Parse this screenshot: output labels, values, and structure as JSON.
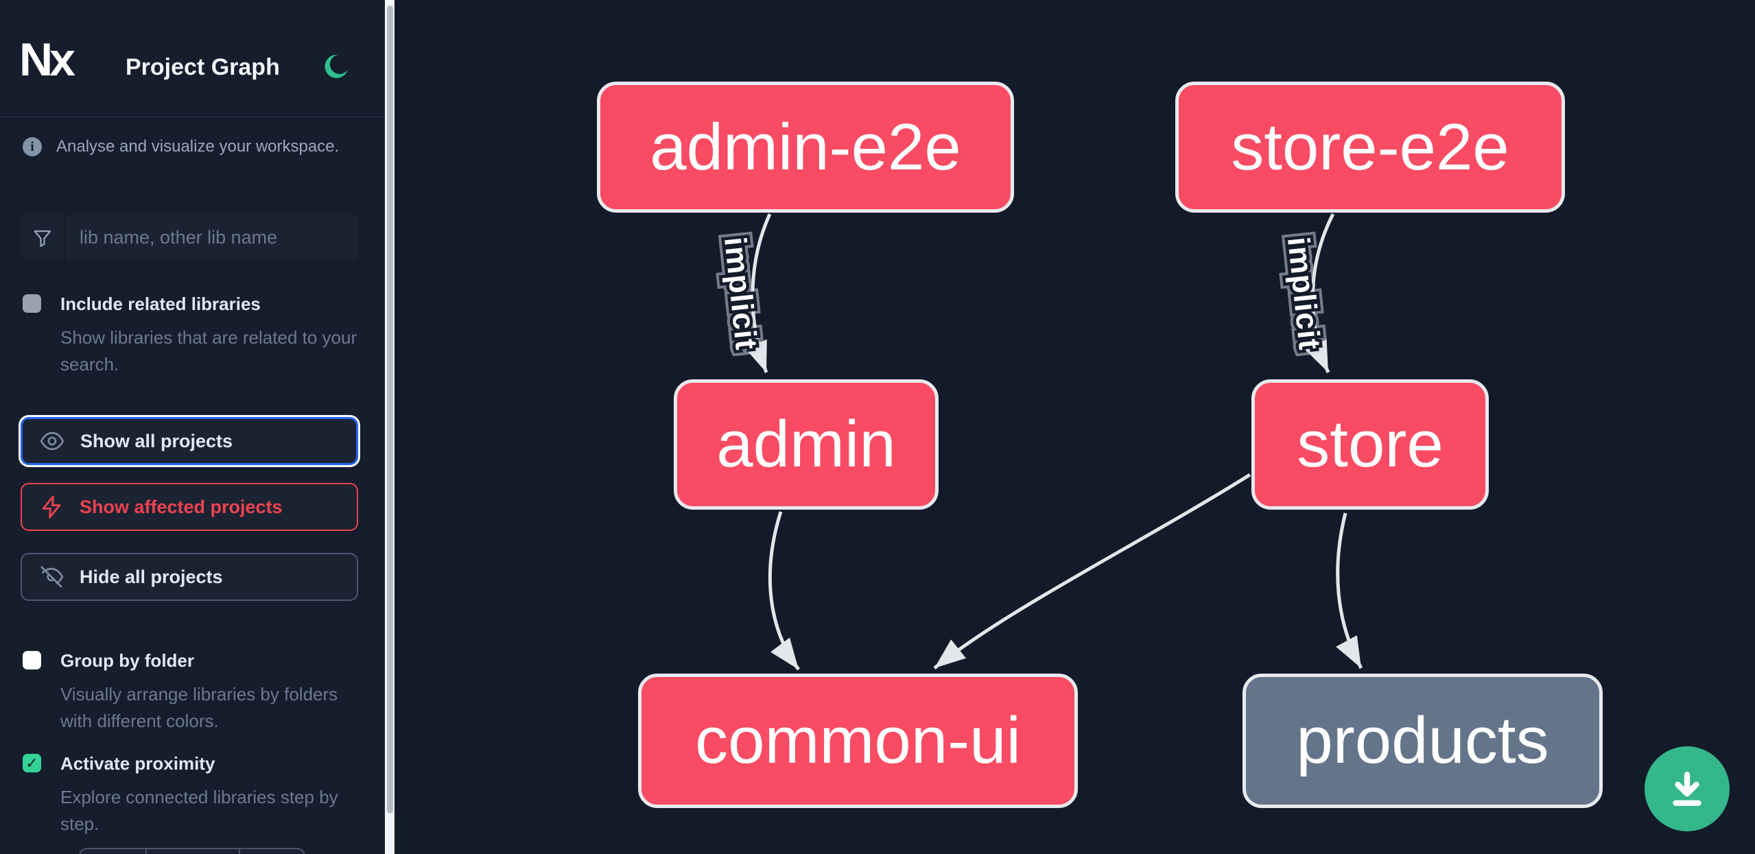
{
  "header": {
    "logo": "Nx",
    "title": "Project Graph"
  },
  "sidebar": {
    "tagline": "Analyse and visualize your workspace.",
    "search": {
      "placeholder": "lib name, other lib name",
      "value": ""
    },
    "toggles": [
      {
        "label": "Include related libraries",
        "description": "Show libraries that are related to your search.",
        "checked": false,
        "disabled": true
      },
      {
        "label": "Group by folder",
        "description": "Visually arrange libraries by folders with different colors.",
        "checked": false,
        "disabled": false
      },
      {
        "label": "Activate proximity",
        "description": "Explore connected libraries step by step.",
        "checked": true,
        "disabled": false
      }
    ],
    "buttons": [
      {
        "label": "Show all projects",
        "icon": "eye-icon",
        "state": "focused"
      },
      {
        "label": "Show affected projects",
        "icon": "bolt-icon",
        "state": "affected"
      },
      {
        "label": "Hide all projects",
        "icon": "eye-off-icon",
        "state": "default"
      }
    ]
  },
  "graph": {
    "nodes": [
      {
        "id": "admin-e2e",
        "label": "admin-e2e",
        "style": "highlighted"
      },
      {
        "id": "store-e2e",
        "label": "store-e2e",
        "style": "highlighted"
      },
      {
        "id": "admin",
        "label": "admin",
        "style": "highlighted"
      },
      {
        "id": "store",
        "label": "store",
        "style": "highlighted"
      },
      {
        "id": "common-ui",
        "label": "common-ui",
        "style": "highlighted"
      },
      {
        "id": "products",
        "label": "products",
        "style": "muted"
      }
    ],
    "edges": [
      {
        "source": "admin-e2e",
        "target": "admin",
        "label": "implicit"
      },
      {
        "source": "store-e2e",
        "target": "store",
        "label": "implicit"
      },
      {
        "source": "admin",
        "target": "common-ui",
        "label": ""
      },
      {
        "source": "store",
        "target": "common-ui",
        "label": ""
      },
      {
        "source": "store",
        "target": "products",
        "label": ""
      }
    ]
  },
  "fab": {
    "icon": "download-icon"
  },
  "icons": {
    "check": "✓",
    "info": "i"
  },
  "colors": {
    "node_highlighted": "#f94b63",
    "node_muted": "#64748b",
    "node_border": "#e8eaee",
    "edge": "#e3e6ea",
    "accent_green": "#34b78b",
    "focus_blue": "#2563eb",
    "danger_red": "#ee4250",
    "sidebar_bg": "#161d2d",
    "canvas_bg": "#131a29",
    "scroll_track": "#f3f5f8"
  }
}
